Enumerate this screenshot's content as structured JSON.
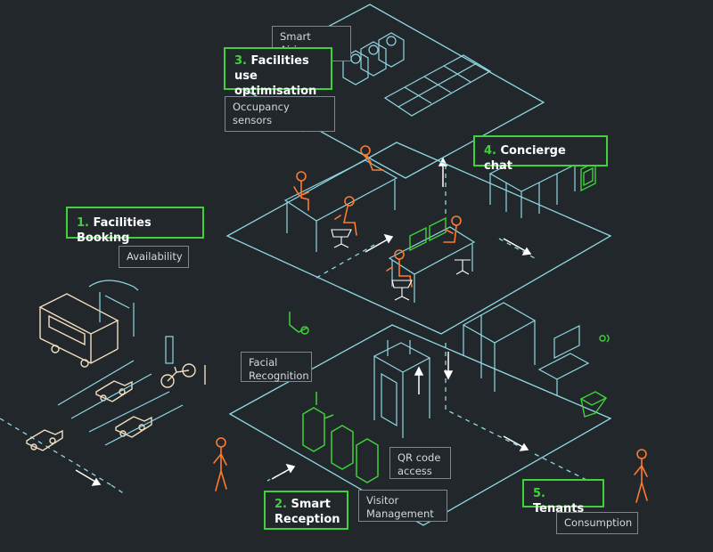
{
  "colors": {
    "background": "#22272c",
    "line_art": "#8fd8e2",
    "people": "#ff7a2e",
    "smart_devices": "#3fd23a",
    "vehicles": "#f3dfbf",
    "label_border": "#7b868f"
  },
  "callouts": [
    {
      "num": "1.",
      "text": "Facilities Booking"
    },
    {
      "num": "2.",
      "text": "Smart Reception"
    },
    {
      "num": "3.",
      "text": "Facilities use optimisation"
    },
    {
      "num": "4.",
      "text": "Concierge chat"
    },
    {
      "num": "5.",
      "text": "Tenants"
    }
  ],
  "tags": {
    "smart_airing": "Smart Airing",
    "occupancy_sensors": "Occupancy sensors",
    "availability": "Availability",
    "facial_recognition": "Facial Recognition",
    "qr_code_access": "QR code access",
    "visitor_management": "Visitor Management",
    "consumption": "Consumption"
  },
  "icons": [
    "bus-icon",
    "bus-shelter-icon",
    "car-icon",
    "bicycle-icon",
    "elevator-icon",
    "turnstile-icon",
    "person-icon",
    "desk-icon",
    "wifi-sensor-icon",
    "solar-panel-icon",
    "air-unit-icon",
    "locker-icon",
    "trash-bin-icon"
  ]
}
